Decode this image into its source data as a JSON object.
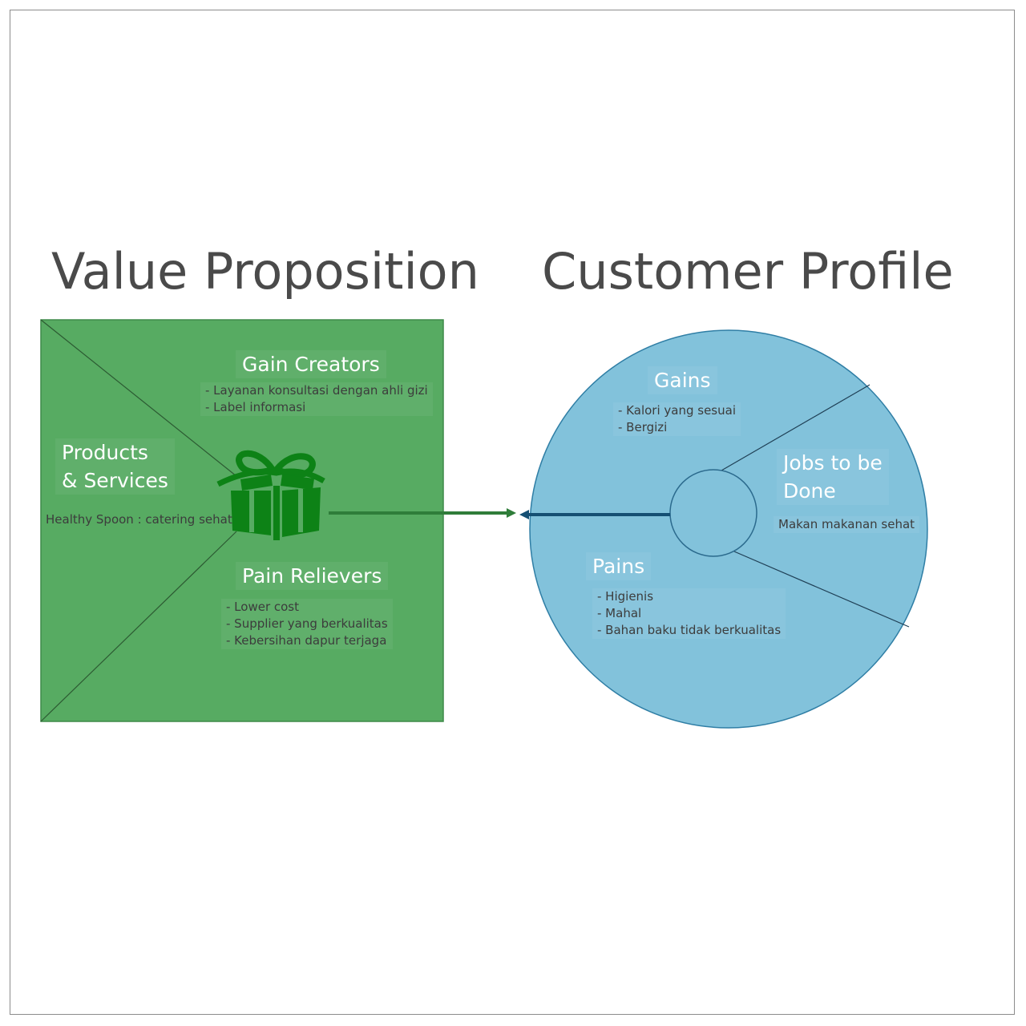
{
  "titles": {
    "value_proposition": "Value Proposition",
    "customer_profile": "Customer Profile"
  },
  "value_proposition": {
    "products_services": {
      "line1": "Products",
      "line2": "& Services"
    },
    "products_note": "Healthy Spoon : catering sehat",
    "gain_creators": {
      "title": "Gain Creators",
      "items": [
        "- Layanan konsultasi dengan ahli gizi",
        "- Label informasi"
      ]
    },
    "pain_relievers": {
      "title": "Pain Relievers",
      "items": [
        "- Lower cost",
        "- Supplier yang berkualitas",
        "- Kebersihan dapur terjaga"
      ]
    },
    "icon": "gift-icon"
  },
  "customer_profile": {
    "gains": {
      "title": "Gains",
      "items": [
        "- Kalori yang sesuai",
        "- Bergizi"
      ]
    },
    "jobs": {
      "title_line1": "Jobs to be",
      "title_line2": "Done",
      "items": [
        "Makan makanan sehat"
      ]
    },
    "pains": {
      "title": "Pains",
      "items": [
        "- Higienis",
        "- Mahal",
        "- Bahan baku tidak berkualitas"
      ]
    }
  },
  "colors": {
    "square_fill": "#57ab62",
    "square_stroke": "#3f8a49",
    "gift": "#0d8216",
    "green_arrow": "#2f7d3a",
    "circle_fill": "#82c2db",
    "circle_stroke": "#2f7ea5",
    "blue_arrow": "#154f73",
    "title_text": "#4a4a4a"
  }
}
